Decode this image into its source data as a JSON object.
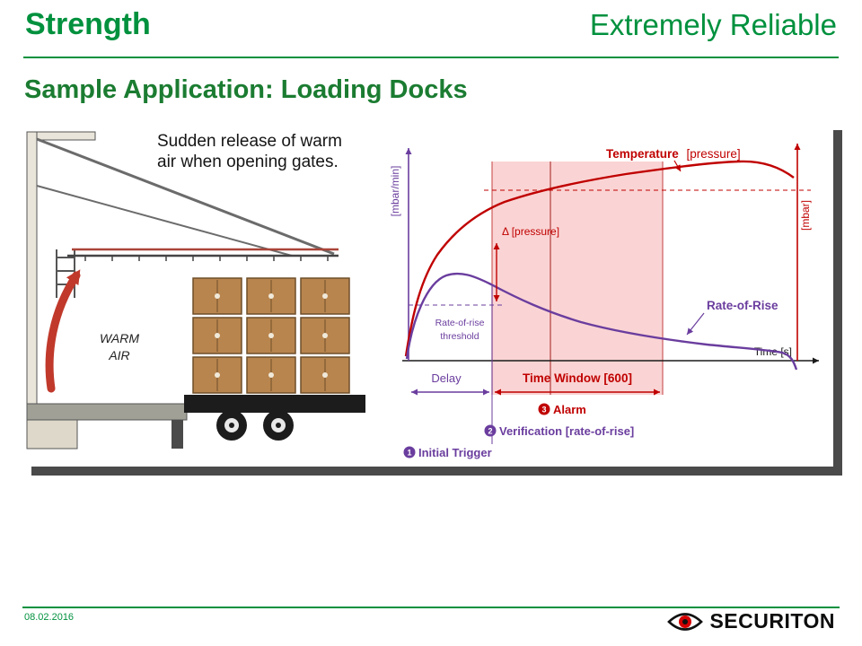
{
  "header": {
    "left_title": "Strength",
    "right_title": "Extremely Reliable"
  },
  "slide": {
    "title": "Sample Application: Loading Docks"
  },
  "illustration": {
    "caption_line1": "Sudden release of warm",
    "caption_line2": "air when opening gates.",
    "warm_air_line1": "WARM",
    "warm_air_line2": "AIR"
  },
  "chart": {
    "y_left_label": "[mbar/min]",
    "y_right_label": "[mbar]",
    "x_label": "Time [s]",
    "temperature_bold": "Temperature",
    "temperature_rest": "[pressure]",
    "delta_label": "Δ [pressure]",
    "threshold_line1": "Rate-of-rise",
    "threshold_line2": "threshold",
    "rate_of_rise_label": "Rate-of-Rise",
    "delay_label": "Delay",
    "time_window_label": "Time Window [600]",
    "markers": [
      {
        "n": "1",
        "label": "Initial Trigger"
      },
      {
        "n": "2",
        "label": "Verification [rate-of-rise]"
      },
      {
        "n": "3",
        "label": "Alarm"
      }
    ]
  },
  "chart_data": {
    "type": "line",
    "title": "",
    "xlabel": "Time [s]",
    "ylabel_left": "[mbar/min]",
    "ylabel_right": "[mbar]",
    "legend_position": "inline-annotations",
    "grid": false,
    "series": [
      {
        "name": "Temperature [pressure]",
        "axis": "right",
        "color": "#c00000",
        "x": [
          0,
          40,
          80,
          150,
          250,
          350,
          450,
          550,
          650,
          750,
          830,
          900
        ],
        "y": [
          0,
          30,
          45,
          55,
          63,
          69,
          74,
          78,
          81,
          83,
          81,
          74
        ]
      },
      {
        "name": "Rate-of-Rise",
        "axis": "left",
        "color": "#6a3d9e",
        "x": [
          0,
          30,
          60,
          100,
          150,
          220,
          300,
          400,
          500,
          620,
          750,
          860,
          900
        ],
        "y": [
          2,
          30,
          42,
          45,
          42,
          36,
          31,
          27,
          24,
          21,
          18,
          14,
          4
        ]
      }
    ],
    "shaded_region": {
      "label": "Time Window [600]",
      "x_start": 150,
      "x_end": 750,
      "duration_s": 600
    },
    "events": [
      "Initial Trigger",
      "Verification [rate-of-rise]",
      "Alarm"
    ],
    "annotations": [
      "Δ [pressure]",
      "Rate-of-rise threshold",
      "Delay",
      "Time Window [600]"
    ]
  },
  "footer": {
    "date": "08.02.2016",
    "brand": "SECURITON"
  },
  "colors": {
    "brand_green": "#00913e",
    "title_green": "#1b7c31",
    "temperature_red": "#c00000",
    "rate_of_rise_purple": "#6a3d9e",
    "time_window_pink": "#f07a7a",
    "warm_air_red": "#c0392b",
    "logo_red": "#d40000",
    "shadow_gray": "#4a4a4a"
  }
}
